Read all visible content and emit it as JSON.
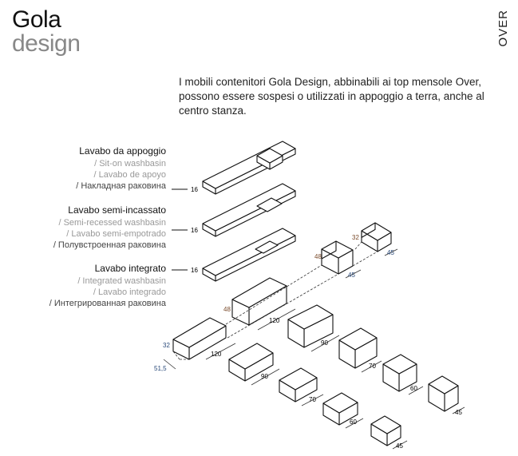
{
  "header": {
    "title_line1": "Gola",
    "title_line2": "design",
    "collection": "OVER"
  },
  "intro": "I mobili contenitori Gola Design, abbinabili ai top mensole Over, possono essere sospesi o utilizzati in appoggio a terra, anche al centro stanza.",
  "labels": [
    {
      "title": "Lavabo da appoggio",
      "en": "/ Sit-on washbasin",
      "es": "/ Lavabo de apoyo",
      "ru": "/ Накладная раковина",
      "thickness": "16"
    },
    {
      "title": "Lavabo semi-incassato",
      "en": "/ Semi-recessed washbasin",
      "es": "/ Lavabo semi-empotrado",
      "ru": "/ Полувстроенная раковина",
      "thickness": "16"
    },
    {
      "title": "Lavabo integrato",
      "en": "/ Integrated washbasin",
      "es": "/ Lavabo integrado",
      "ru": "/ Интегрированная раковина",
      "thickness": "16"
    }
  ],
  "dimensions": {
    "h48a": "48",
    "h48b": "48",
    "h32a": "32",
    "h32b": "32",
    "w120a": "120",
    "w120b": "120",
    "w45a": "45",
    "w45b": "45",
    "depth": "51,5",
    "r1_90": "90",
    "r1_70": "70",
    "r1_60": "60",
    "r1_45": "45",
    "r2_90": "90",
    "r2_70": "70",
    "r2_60": "60",
    "r2_45": "45"
  },
  "colors": {
    "height_label": "#7a4a2a",
    "width_label": "#2a4a7a"
  }
}
